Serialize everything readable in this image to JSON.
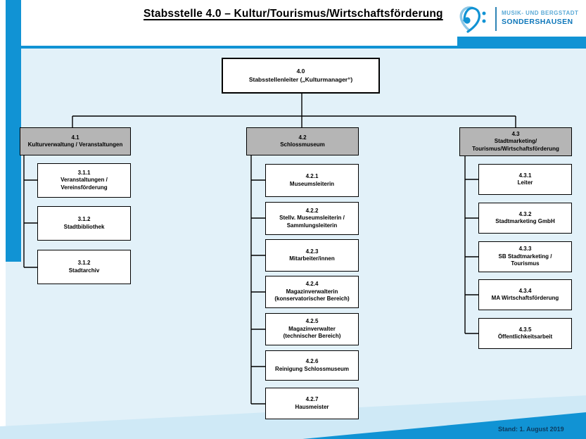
{
  "header": {
    "title": "Stabsstelle 4.0  – Kultur/Tourismus/Wirtschaftsförderung",
    "logo": {
      "line1": "MUSIK- UND BERGSTADT",
      "line2": "SONDERSHAUSEN",
      "icon": "bass-clef-heart-icon"
    }
  },
  "footer": {
    "status": "Stand: 1. August 2019"
  },
  "colors": {
    "accent_blue": "#1193d4",
    "content_background": "#e2f1f9",
    "branch_head_gray": "#b5b5b5",
    "logo_light_blue": "#5aa9d6",
    "logo_dark_blue": "#0e77ba",
    "footer_text": "#0d3a5e",
    "box_border": "#000000"
  },
  "org": {
    "root": {
      "code": "4.0",
      "label": "Stabsstellenleiter („Kulturmanager“)"
    },
    "branches": [
      {
        "code": "4.1",
        "label": "Kulturverwaltung / Veranstaltungen",
        "children": [
          {
            "code": "3.1.1",
            "label": "Veranstaltungen /\nVereinsförderung"
          },
          {
            "code": "3.1.2",
            "label": "Stadtbibliothek"
          },
          {
            "code": "3.1.2",
            "label": "Stadtarchiv"
          }
        ]
      },
      {
        "code": "4.2",
        "label": "Schlossmuseum",
        "children": [
          {
            "code": "4.2.1",
            "label": "Museumsleiterin"
          },
          {
            "code": "4.2.2",
            "label": "Stellv. Museumsleiterin /\nSammlungsleiterin"
          },
          {
            "code": "4.2.3",
            "label": "Mitarbeiter/innen"
          },
          {
            "code": "4.2.4",
            "label": "Magazinverwalterin\n(konservatorischer Bereich)"
          },
          {
            "code": "4.2.5",
            "label": "Magazinverwalter\n(technischer Bereich)"
          },
          {
            "code": "4.2.6",
            "label": "Reinigung Schlossmuseum"
          },
          {
            "code": "4.2.7",
            "label": "Hausmeister"
          }
        ]
      },
      {
        "code": "4.3",
        "label": "Stadtmarketing/\nTourismus/Wirtschaftsförderung",
        "children": [
          {
            "code": "4.3.1",
            "label": "Leiter"
          },
          {
            "code": "4.3.2",
            "label": "Stadtmarketing GmbH"
          },
          {
            "code": "4.3.3",
            "label": "SB Stadtmarketing /\nTourismus"
          },
          {
            "code": "4.3.4",
            "label": "MA Wirtschaftsförderung"
          },
          {
            "code": "4.3.5",
            "label": "Öffentlichkeitsarbeit"
          }
        ]
      }
    ]
  }
}
